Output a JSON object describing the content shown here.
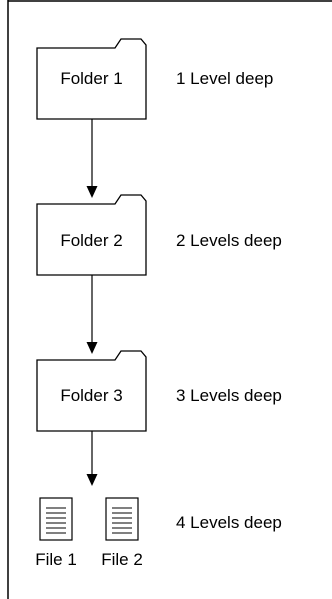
{
  "folders": [
    {
      "label": "Folder 1",
      "level": "1 Level deep"
    },
    {
      "label": "Folder 2",
      "level": "2 Levels deep"
    },
    {
      "label": "Folder 3",
      "level": "3 Levels deep"
    }
  ],
  "files": {
    "level": "4 Levels deep",
    "items": [
      {
        "label": "File 1"
      },
      {
        "label": "File 2"
      }
    ]
  }
}
